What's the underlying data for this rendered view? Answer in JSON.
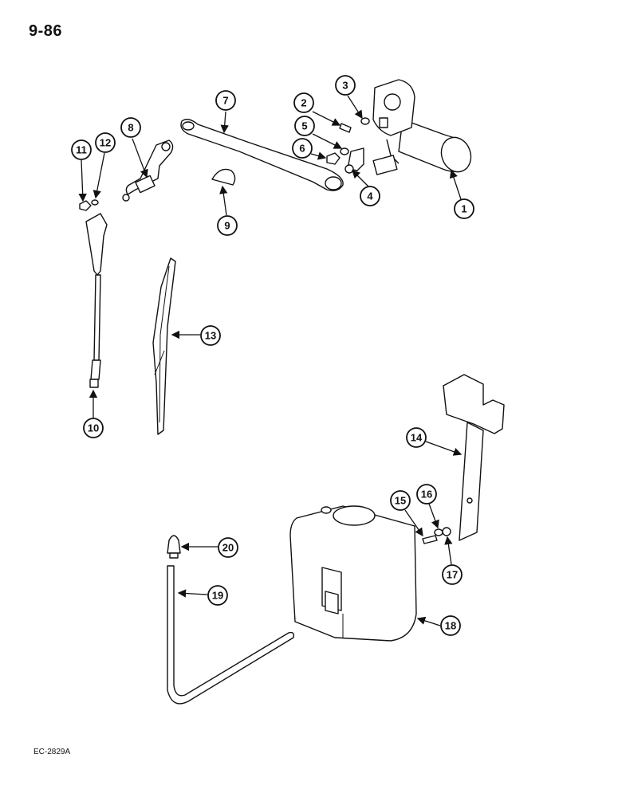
{
  "page_label": "9-86",
  "drawing_code": "EC-2829A",
  "callouts": [
    "1",
    "2",
    "3",
    "4",
    "5",
    "6",
    "7",
    "8",
    "9",
    "10",
    "11",
    "12",
    "13",
    "14",
    "15",
    "16",
    "17",
    "18",
    "19",
    "20"
  ]
}
